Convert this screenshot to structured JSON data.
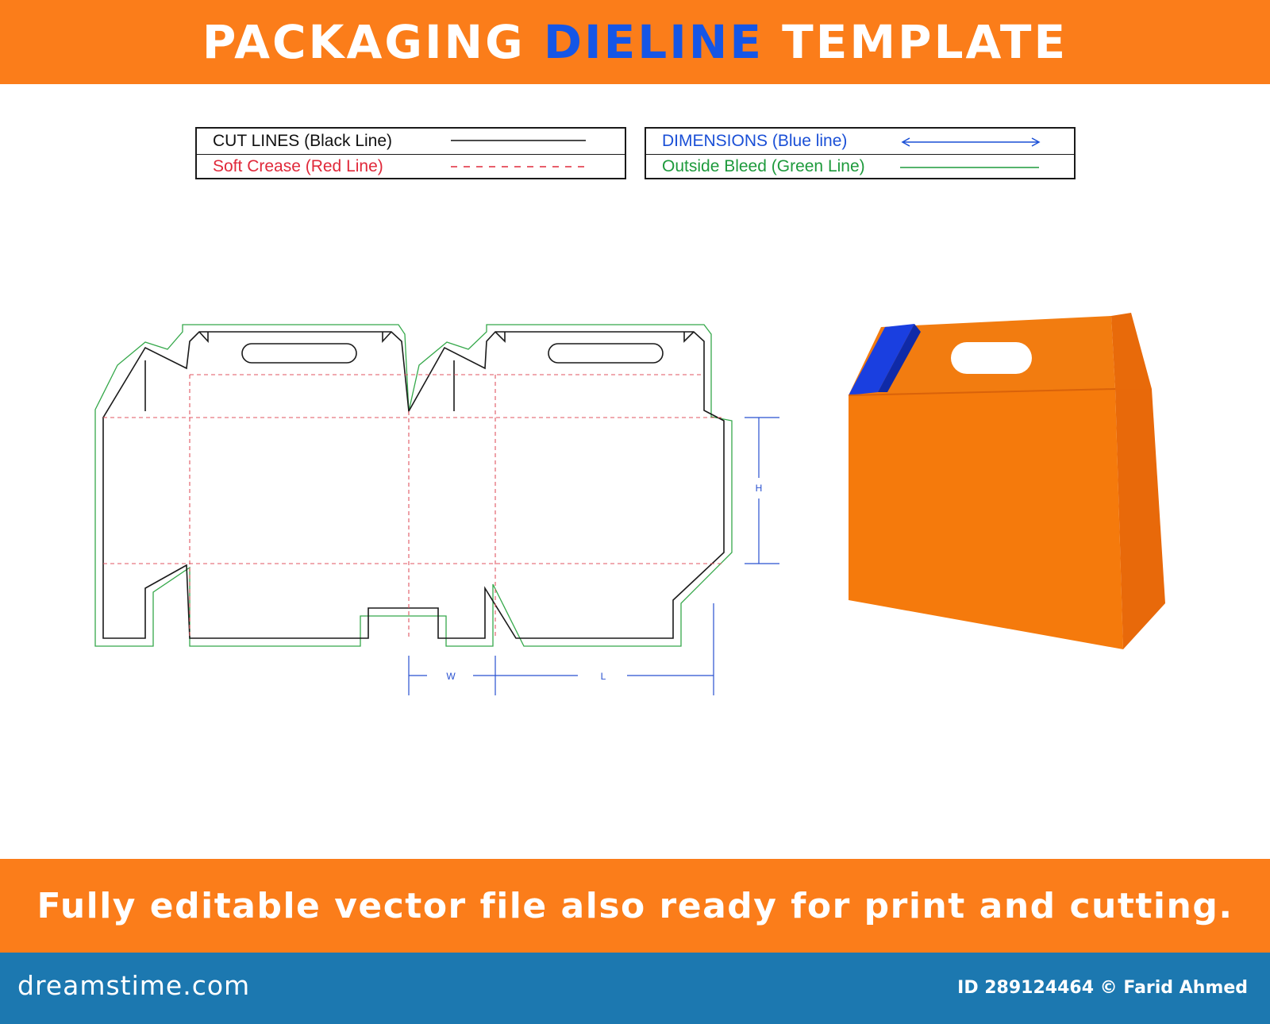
{
  "header": {
    "title_part1": "PACKAGING",
    "title_highlight": "DIELINE",
    "title_part2": "TEMPLATE",
    "highlight_color": "#1556e6",
    "background_color": "#fb7d1a"
  },
  "legend": {
    "left": [
      {
        "label": "CUT LINES (Black Line)",
        "color": "#111111",
        "style": "solid"
      },
      {
        "label": "Soft Crease (Red Line)",
        "color": "#e0293a",
        "style": "dashed"
      }
    ],
    "right": [
      {
        "label": "DIMENSIONS (Blue line)",
        "color": "#1a4fd6",
        "style": "arrow"
      },
      {
        "label": "Outside Bleed (Green Line)",
        "color": "#1e9a3c",
        "style": "solid"
      }
    ]
  },
  "dimensions": {
    "height_label": "H",
    "width_label": "W",
    "length_label": "L"
  },
  "box_preview": {
    "body_color": "#f57a0c",
    "side_color": "#e8690a",
    "accent_color": "#1a3fe0"
  },
  "bottom_banner": {
    "text": "Fully editable vector file also ready for print and cutting."
  },
  "footer": {
    "brand": "dreamstime.com",
    "credit": "ID 289124464 © Farid Ahmed",
    "background_color": "#1c78b0"
  }
}
